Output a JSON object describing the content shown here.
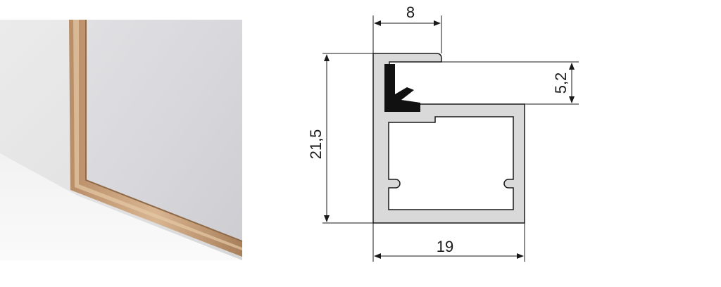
{
  "photo": {
    "subject": "frame-corner-photo",
    "frame_color": "#c9a27c",
    "background_color": "#e6e6e6"
  },
  "drawing": {
    "profile_fill": "#d9d9d9",
    "outline_color": "#1a1a1a",
    "seal_color": "#111111",
    "dimensions": {
      "top_width": "8",
      "total_height": "21,5",
      "glass_slot": "5,2",
      "bottom_width": "19"
    }
  }
}
